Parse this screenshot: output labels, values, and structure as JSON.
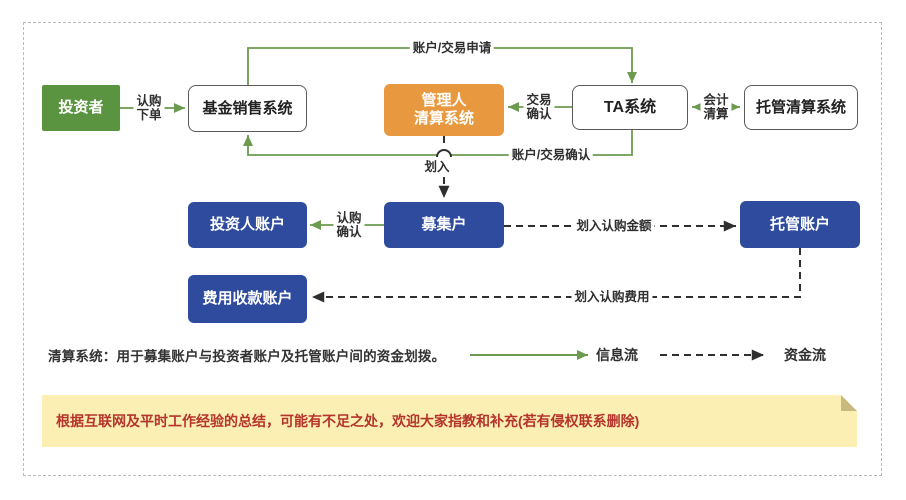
{
  "diagram": {
    "nodes": {
      "investor": {
        "label": "投资者"
      },
      "fund_sales": {
        "label": "基金销售系统"
      },
      "manager_clearing": {
        "line1": "管理人",
        "line2": "清算系统"
      },
      "ta_system": {
        "label": "TA系统"
      },
      "custody_clearing": {
        "label": "托管清算系统"
      },
      "investor_account": {
        "label": "投资人账户"
      },
      "raising_account": {
        "label": "募集户"
      },
      "custody_account": {
        "label": "托管账户"
      },
      "fee_account": {
        "label": "费用收款账户"
      }
    },
    "edges": {
      "subscribe_order": {
        "line1": "认购",
        "line2": "下单"
      },
      "account_trade_apply": {
        "label": "账户/交易申请"
      },
      "trade_confirm": {
        "line1": "交易",
        "line2": "确认"
      },
      "accounting_clearing": {
        "line1": "会计",
        "line2": "清算"
      },
      "account_trade_confirm": {
        "label": "账户/交易确认"
      },
      "transfer_in": {
        "label": "划入"
      },
      "subscribe_confirm": {
        "line1": "认购",
        "line2": "确认"
      },
      "transfer_subscribe_amount": {
        "label": "划入认购金额"
      },
      "transfer_subscribe_fee": {
        "label": "划入认购费用"
      }
    },
    "legend": {
      "info_flow": "信息流",
      "capital_flow": "资金流"
    },
    "footnote": "清算系统：用于募集账户与投资者账户及托管账户间的资金划拨。",
    "disclaimer": "根据互联网及平时工作经验的总结，可能有不足之处，欢迎大家指教和补充(若有侵权联系删除)",
    "colors": {
      "node_green": "#5b9441",
      "node_orange": "#e8993f",
      "node_blue": "#2e4b9e",
      "line_green": "#6c9a4f",
      "line_dark": "#2f2f2f",
      "note_bg": "#fbefb3",
      "note_fold": "#c9b97c",
      "note_text": "#b5342c"
    }
  }
}
